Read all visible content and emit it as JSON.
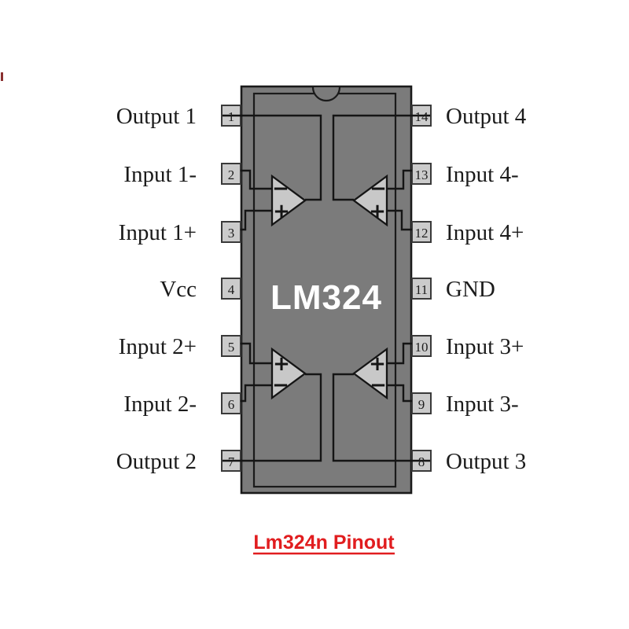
{
  "diagram": {
    "ic_label": "LM324",
    "caption": "Lm324n Pinout"
  },
  "pins": {
    "left": [
      {
        "number": "1",
        "label": "Output 1"
      },
      {
        "number": "2",
        "label": "Input 1-"
      },
      {
        "number": "3",
        "label": "Input 1+"
      },
      {
        "number": "4",
        "label": "Vcc"
      },
      {
        "number": "5",
        "label": "Input 2+"
      },
      {
        "number": "6",
        "label": "Input 2-"
      },
      {
        "number": "7",
        "label": "Output 2"
      }
    ],
    "right": [
      {
        "number": "14",
        "label": "Output 4"
      },
      {
        "number": "13",
        "label": "Input 4-"
      },
      {
        "number": "12",
        "label": "Input 4+"
      },
      {
        "number": "11",
        "label": "GND"
      },
      {
        "number": "10",
        "label": "Input 3+"
      },
      {
        "number": "9",
        "label": "Input 3-"
      },
      {
        "number": "8",
        "label": "Output 3"
      }
    ]
  },
  "opamps": [
    {
      "name": "opamp-1",
      "minus": "−",
      "plus": "+"
    },
    {
      "name": "opamp-4",
      "minus": "−",
      "plus": "+"
    },
    {
      "name": "opamp-2",
      "minus": "−",
      "plus": "+"
    },
    {
      "name": "opamp-3",
      "minus": "−",
      "plus": "+"
    }
  ],
  "colors": {
    "background": "#ffffff",
    "ic_body": "#7b7b7b",
    "pin_fill": "#cbcbcb",
    "opamp_fill": "#c8c8c8",
    "line": "#151515",
    "label_text": "#1b1b1b",
    "ic_text": "#ffffff",
    "caption_red": "#e11d1f"
  }
}
